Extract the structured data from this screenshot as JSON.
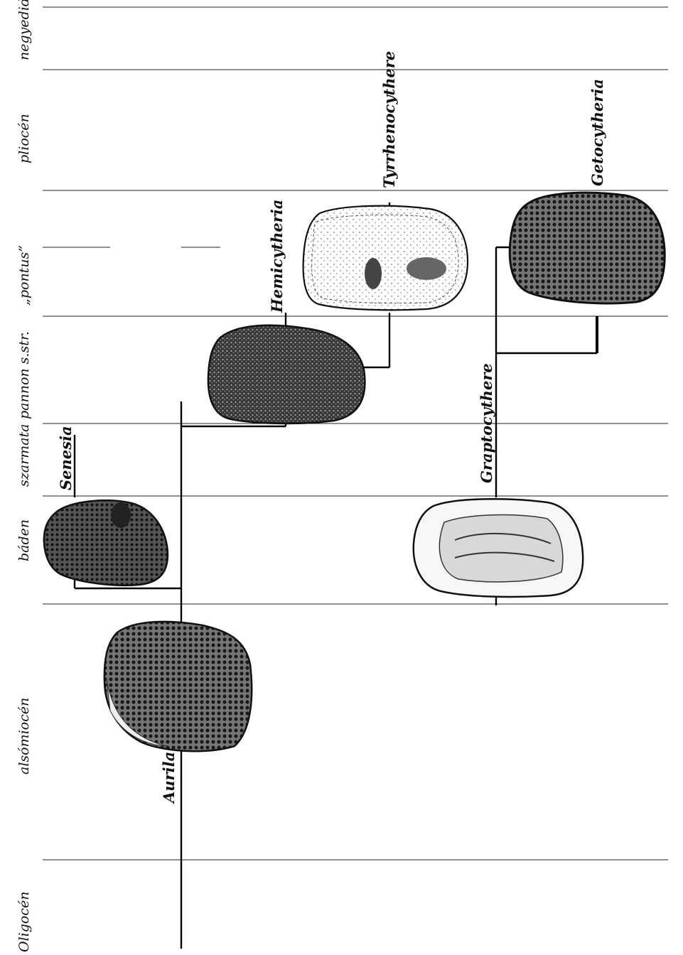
{
  "stages": [
    {
      "id": "neogen",
      "label": "negyedid."
    },
    {
      "id": "pliocen",
      "label": "pliocén"
    },
    {
      "id": "pontus",
      "label": "„pontus”"
    },
    {
      "id": "pannon",
      "label": "pannon s.str."
    },
    {
      "id": "szarmata",
      "label": "szarmata"
    },
    {
      "id": "baden",
      "label": "báden"
    },
    {
      "id": "alsomiocen",
      "label": "alsómiocén"
    },
    {
      "id": "oligocen",
      "label": "Oligocén"
    }
  ],
  "genera": [
    {
      "id": "aurila",
      "label": "Aurila"
    },
    {
      "id": "senesia",
      "label": "Senesia"
    },
    {
      "id": "hemicytheria",
      "label": "Hemicytheria"
    },
    {
      "id": "tyrrhenocythere",
      "label": "Tyrrhenocythere"
    },
    {
      "id": "graptocythere",
      "label": "Graptocythere"
    },
    {
      "id": "getocytheria",
      "label": "Getocytheria"
    }
  ]
}
